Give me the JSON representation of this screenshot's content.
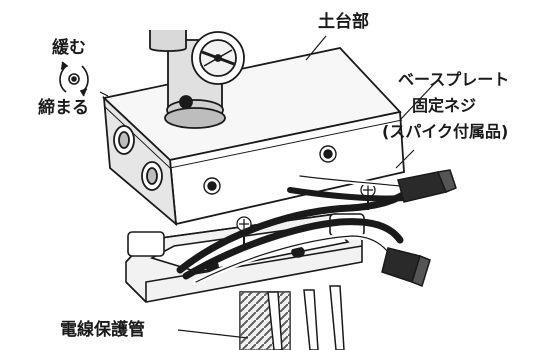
{
  "labels": {
    "loosen": "緩む",
    "tighten": "締まる",
    "base": "土台部",
    "plate_screw_line1": "ベースプレート",
    "plate_screw_line2": "固定ネジ",
    "plate_screw_line3": "(スパイク付属品)",
    "conduit": "電線保護管"
  },
  "colors": {
    "ink": "#1a1a1a",
    "fill_light": "#f2f2f2",
    "fill_mid": "#d9d9d9",
    "fill_dark": "#2a2a2a",
    "background": "#ffffff"
  },
  "icons": [
    "rotation-arrows-icon",
    "screw-icon",
    "wire-nut-icon"
  ]
}
